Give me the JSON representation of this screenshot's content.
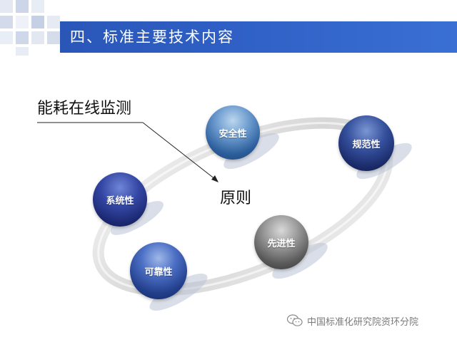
{
  "header": {
    "title": "四、标准主要技术内容"
  },
  "diagram": {
    "main_label": "能耗在线监测",
    "center_label": "原则",
    "spheres": {
      "safe": "安全性",
      "norm": "规范性",
      "system": "系统性",
      "advanced": "先进性",
      "reliable": "可靠性"
    }
  },
  "watermark": {
    "text": "中国标准化研究院资环分院",
    "icon": "wechat-icon"
  },
  "colors": {
    "header_blue": "#2f5fc4",
    "ring_gray": "#d8d8d8"
  }
}
